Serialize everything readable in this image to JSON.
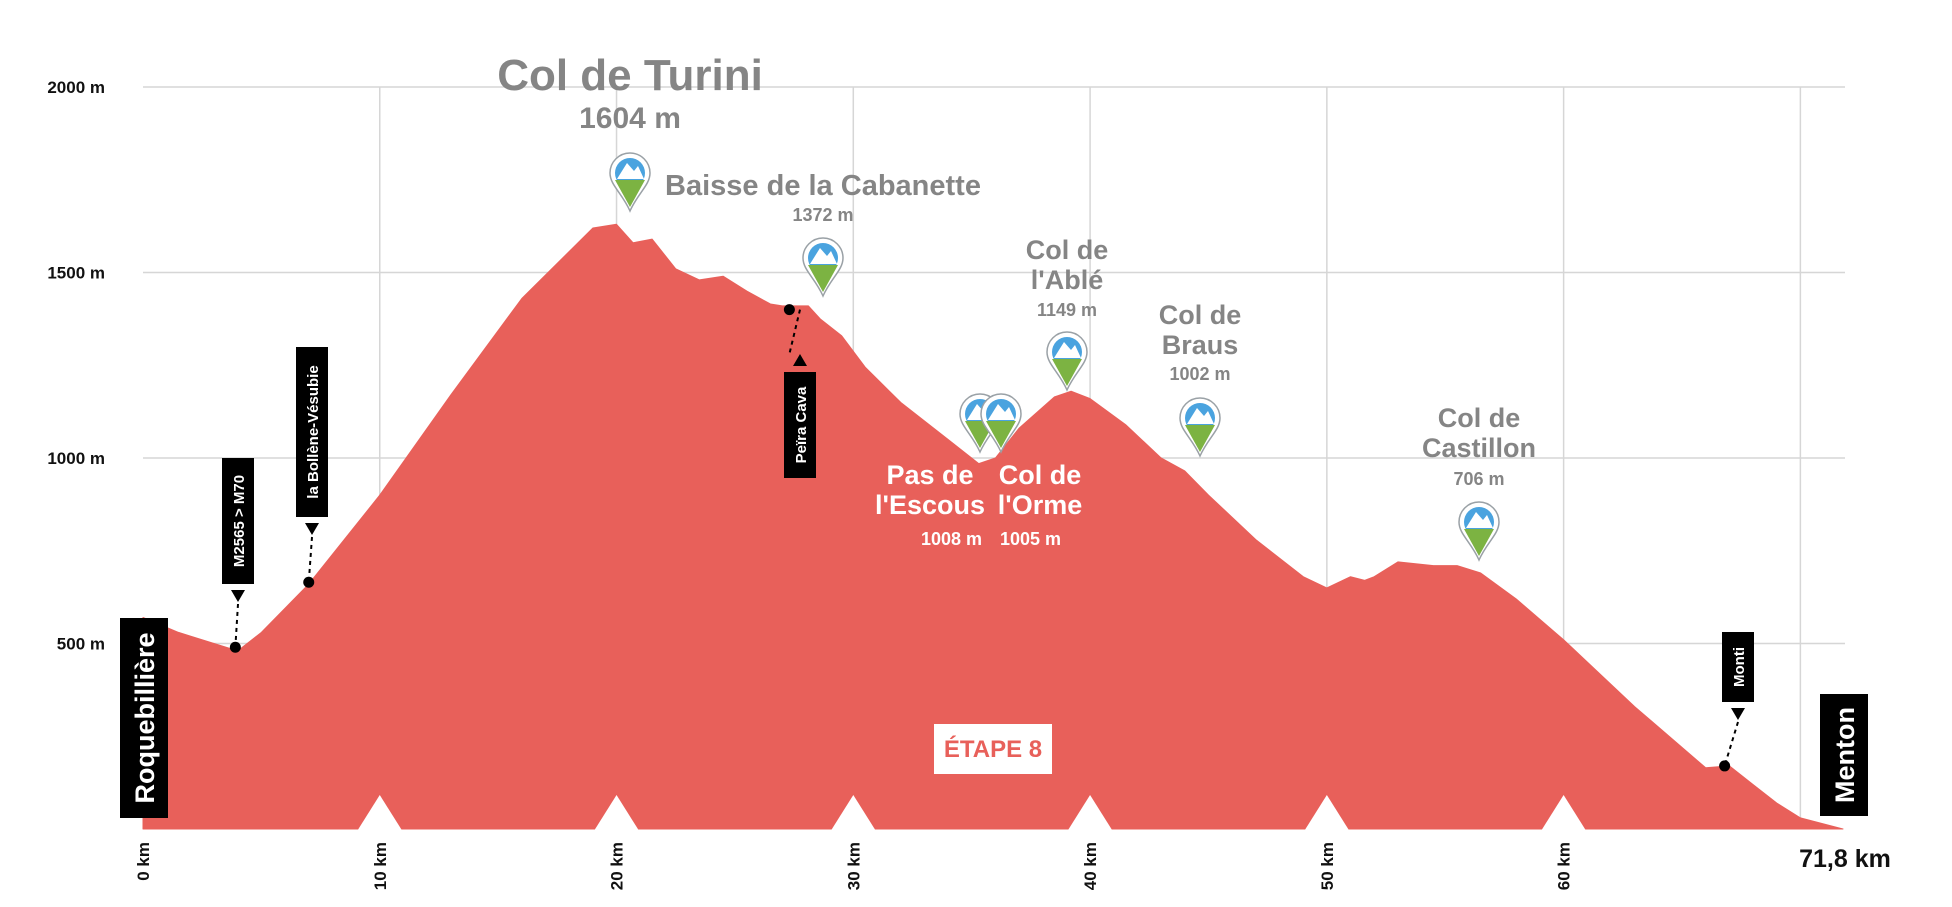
{
  "colors": {
    "profile_fill": "#e8605a",
    "grid": "#d6d6d6",
    "label_box": "#000000",
    "pass_text": "#858585",
    "stage_text": "#e8605a",
    "icon_sky": "#4aa3df",
    "icon_grass": "#7cb342"
  },
  "chart_data": {
    "type": "area",
    "xlim": [
      0,
      71.8
    ],
    "ylim": [
      0,
      2000
    ],
    "grid": true,
    "y_ticks": [
      {
        "value": 500,
        "label": "500 m"
      },
      {
        "value": 1000,
        "label": "1000 m"
      },
      {
        "value": 1500,
        "label": "1500 m"
      },
      {
        "value": 2000,
        "label": "2000 m"
      }
    ],
    "x_ticks": [
      {
        "value": 0,
        "label": "0 km"
      },
      {
        "value": 10,
        "label": "10 km"
      },
      {
        "value": 20,
        "label": "20 km"
      },
      {
        "value": 30,
        "label": "30 km"
      },
      {
        "value": 40,
        "label": "40 km"
      },
      {
        "value": 50,
        "label": "50 km"
      },
      {
        "value": 60,
        "label": "60 km"
      }
    ],
    "end_label": "71,8 km",
    "stage_label": "ÉTAPE 8",
    "start_label": "Roquebillière",
    "finish_label": "Menton",
    "x": [
      0,
      1.5,
      3,
      4,
      5,
      7,
      10,
      13,
      16,
      19,
      20,
      20.7,
      21.5,
      22.5,
      23.5,
      24.5,
      25.5,
      26.5,
      27,
      27.6,
      28.1,
      28.6,
      29.5,
      30.5,
      32,
      34,
      35.3,
      36,
      37,
      38.5,
      39.2,
      40,
      41.5,
      43,
      44,
      45,
      47,
      49,
      50,
      51,
      51.6,
      52,
      53,
      54.5,
      55.5,
      56.5,
      58,
      60,
      63,
      66,
      67,
      68,
      69,
      70,
      71.8
    ],
    "y": [
      570,
      530,
      500,
      480,
      530,
      660,
      900,
      1170,
      1430,
      1620,
      1630,
      1580,
      1590,
      1510,
      1480,
      1490,
      1450,
      1415,
      1410,
      1410,
      1410,
      1375,
      1330,
      1245,
      1150,
      1050,
      985,
      1000,
      1080,
      1165,
      1180,
      1160,
      1090,
      1000,
      965,
      900,
      780,
      680,
      650,
      680,
      670,
      680,
      720,
      710,
      710,
      690,
      620,
      510,
      330,
      165,
      170,
      120,
      70,
      30,
      0
    ],
    "passes": [
      {
        "name": "Col de Turini",
        "altitude": "1604 m",
        "x": 20.4,
        "y": 1630
      },
      {
        "name": "Baisse de la Cabanette",
        "altitude": "1372 m",
        "x": 28.1,
        "y": 1410
      },
      {
        "name": "Pas de l'Escous",
        "altitude": "1008 m",
        "x": 34.9,
        "y": 1000
      },
      {
        "name": "Col de l'Orme",
        "altitude": "1005 m",
        "x": 35.7,
        "y": 1000
      },
      {
        "name": "Col de l'Ablé",
        "altitude": "1149 m",
        "x": 38.8,
        "y": 1175
      },
      {
        "name": "Col de Braus",
        "altitude": "1002 m",
        "x": 44.0,
        "y": 985
      },
      {
        "name": "Col de Castillon",
        "altitude": "706 m",
        "x": 55.5,
        "y": 710
      }
    ],
    "waypoints": [
      {
        "label": "M2565 > M70",
        "x": 3.9,
        "y": 490
      },
      {
        "label": "la Bollène-Vésubie",
        "x": 7.0,
        "y": 665
      },
      {
        "label": "Peïra Cava",
        "x": 27.3,
        "y": 1400
      },
      {
        "label": "Monti",
        "x": 66.8,
        "y": 170
      }
    ]
  }
}
